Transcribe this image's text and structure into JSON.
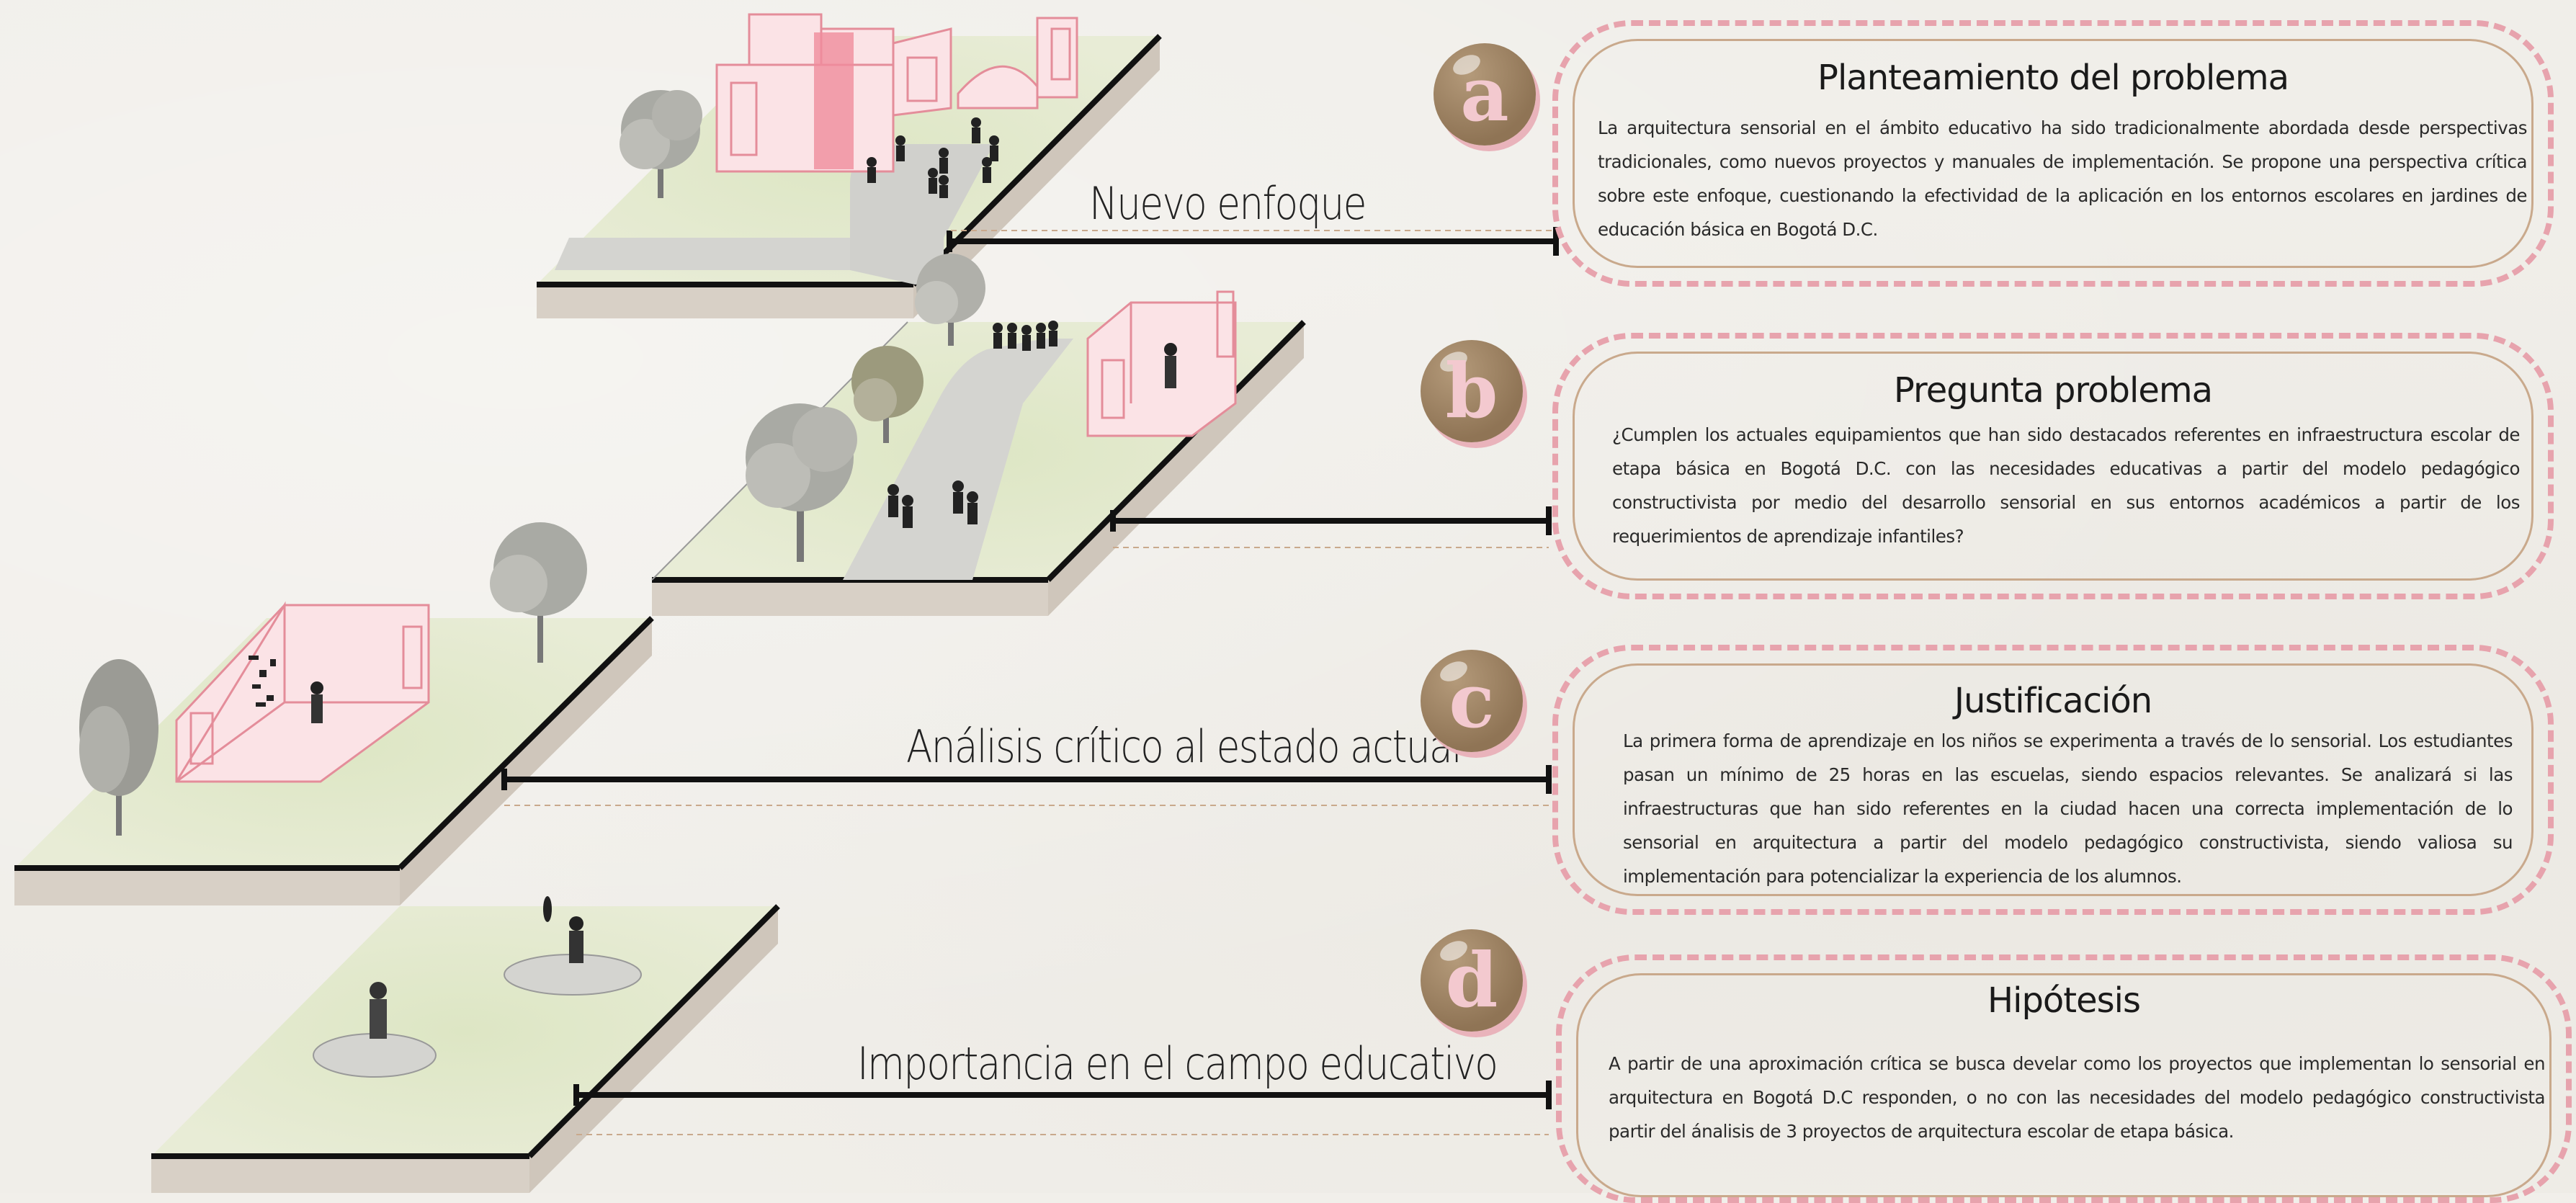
{
  "stages": [
    {
      "label": "Nuevo enfoque"
    },
    {
      "label": ""
    },
    {
      "label": "Análisis crítico al estado actual"
    },
    {
      "label": "Importancia en el campo educativo"
    }
  ],
  "cards": [
    {
      "letter": "a",
      "title": "Planteamiento del problema",
      "text": "La arquitectura sensorial en el ámbito educativo ha sido tradicionalmente abordada desde perspectivas tradicionales, como nuevos proyectos y manuales de implementación. Se propone una perspectiva crítica sobre este enfoque, cuestionando la efectividad de la aplicación en los entornos escolares en jardines de educación básica en Bogotá D.C."
    },
    {
      "letter": "b",
      "title": "Pregunta problema",
      "text": "¿Cumplen los actuales equipamientos que han sido destacados referentes en infraestructura escolar de etapa básica en Bogotá D.C. con las necesidades educativas a partir del modelo pedagógico constructivista por medio del desarrollo sensorial en sus entornos académicos a partir de los requerimientos de aprendizaje infantiles?"
    },
    {
      "letter": "c",
      "title": "Justificación",
      "text": "La primera forma de aprendizaje en los niños se experimenta a través de lo sensorial. Los estudiantes pasan un mínimo de 25 horas en las escuelas, siendo espacios relevantes. Se analizará si las infraestructuras que han sido referentes en la ciudad hacen una correcta implementación de lo sensorial en arquitectura a partir del modelo pedagógico constructivista, siendo valiosa su implementación para potencializar la experiencia de los alumnos."
    },
    {
      "letter": "d",
      "title": "Hipótesis",
      "text": "A partir de una aproximación crítica se busca develar como los proyectos que implementan lo sensorial en arquitectura en Bogotá D.C responden, o no con las necesidades del modelo pedagógico constructivista partir del ánalisis de 3 proyectos de arquitectura escolar de etapa básica."
    }
  ],
  "colors": {
    "accent_pink": "#e7a3ad",
    "badge_brown": "#9a7f60",
    "inner_border": "#c9a98c",
    "platform_green": "#dfe6c8",
    "platform_side": "#d9d2c8",
    "building_pink": "#f4c6cc"
  }
}
